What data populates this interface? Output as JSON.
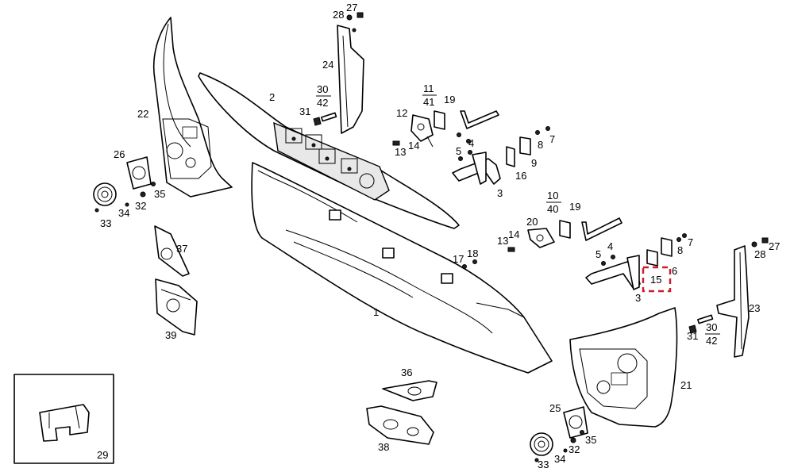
{
  "labels": {
    "l1": "1",
    "l2": "2",
    "l3a": "3",
    "l3b": "3",
    "l4a": "4",
    "l4b": "4",
    "l5a": "5",
    "l5b": "5",
    "l6": "6",
    "l7a": "7",
    "l7b": "7",
    "l8a": "8",
    "l8b": "8",
    "l9": "9",
    "l12": "12",
    "l13a": "13",
    "l13b": "13",
    "l14a": "14",
    "l14b": "14",
    "l15": "15",
    "l16": "16",
    "l17": "17",
    "l18": "18",
    "l19a": "19",
    "l19b": "19",
    "l20": "20",
    "l21": "21",
    "l22": "22",
    "l23": "23",
    "l24": "24",
    "l25": "25",
    "l26": "26",
    "l27a": "27",
    "l27b": "27",
    "l28a": "28",
    "l28b": "28",
    "l29": "29",
    "l31a": "31",
    "l31b": "31",
    "l32a": "32",
    "l32b": "32",
    "l33a": "33",
    "l33b": "33",
    "l34a": "34",
    "l34b": "34",
    "l35a": "35",
    "l35b": "35",
    "l36": "36",
    "l37": "37",
    "l38": "38",
    "l39": "39"
  },
  "fractions": {
    "f1": {
      "num": "30",
      "den": "42"
    },
    "f2": {
      "num": "11",
      "den": "41"
    },
    "f3": {
      "num": "10",
      "den": "40"
    },
    "f4": {
      "num": "30",
      "den": "42"
    }
  },
  "highlight": {
    "color": "#cc1b2b"
  }
}
